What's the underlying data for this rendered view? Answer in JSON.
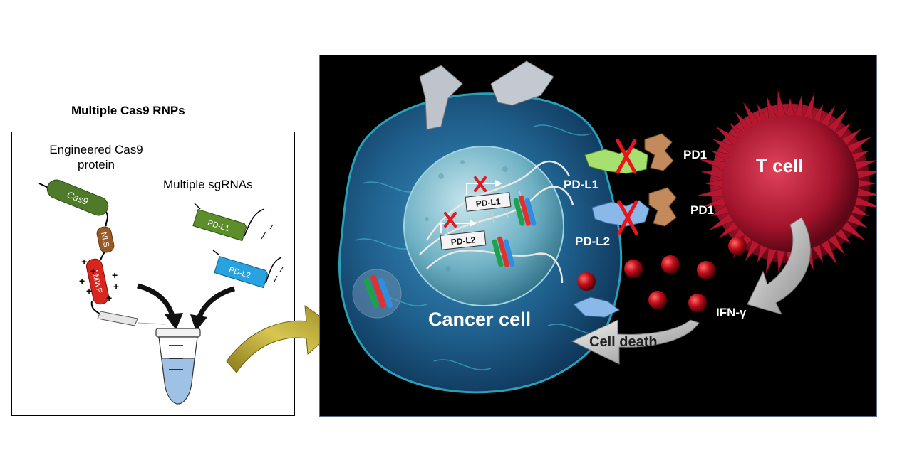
{
  "left_panel": {
    "title": "Multiple Cas9 RNPs",
    "engineered_label": "Engineered Cas9 protein",
    "sgrnas_label": "Multiple sgRNAs",
    "cas9_segment": "Cas9",
    "nls_segment": "NLS",
    "lmwp_segment": "LMWP",
    "sgrna_1": "PD-L1",
    "sgrna_2": "PD-L2"
  },
  "right_panel": {
    "cancer_cell": "Cancer cell",
    "t_cell": "T cell",
    "pd_l1": "PD-L1",
    "pd_l2": "PD-L2",
    "pd1_top": "PD1",
    "pd1_bottom": "PD1",
    "ifn": "IFN-γ",
    "cell_death": "Cell death",
    "gene_l1": "PD-L1",
    "gene_l2": "PD-L2"
  },
  "colors": {
    "cas9": "#4e7a2a",
    "nls": "#9a5a26",
    "lmwp": "#d8261e",
    "sgrna_l1": "#5c8f2c",
    "sgrna_l2": "#29a3e0",
    "t_cell": "#b01830",
    "cancer_cell": "#2b6f9a",
    "knockout_x": "#e8161c",
    "gold_arrow": "#c8b43a"
  }
}
